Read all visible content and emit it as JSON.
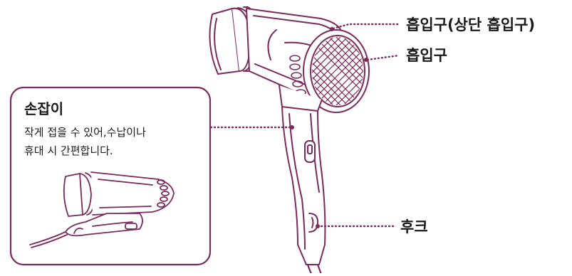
{
  "callouts": {
    "top_intake": "흡입구(상단 흡입구)",
    "intake": "흡입구",
    "hook": "후크"
  },
  "handle_box": {
    "title": "손잡이",
    "desc_line1": "작게 접을 수 있어,수납이나",
    "desc_line2": "휴대 시 간편합니다."
  },
  "colors": {
    "line": "#7a2a5c",
    "dots": "#7a2a5c",
    "box_border": "#7a2a5c",
    "text": "#1a1a1a"
  }
}
